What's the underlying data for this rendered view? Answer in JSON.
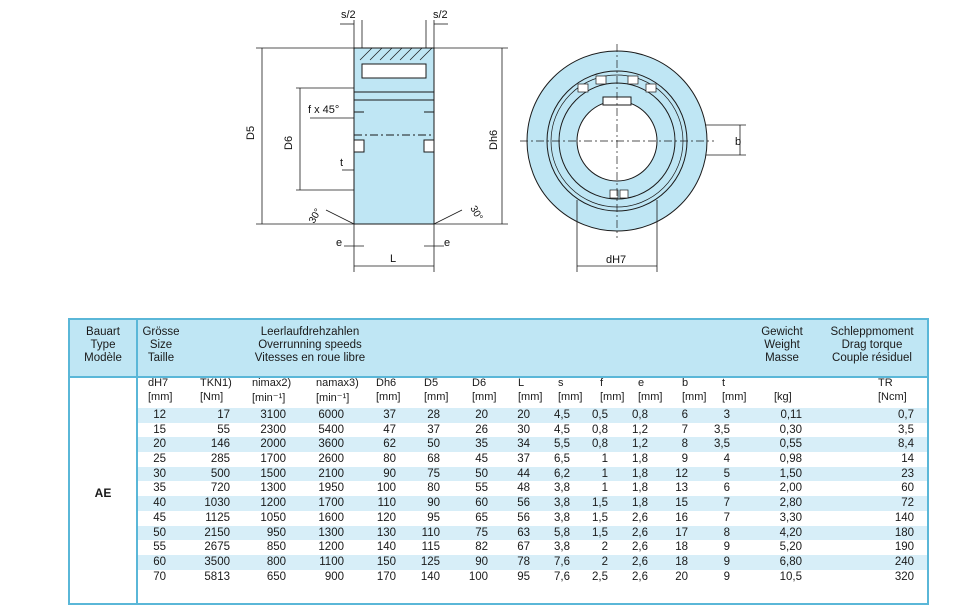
{
  "drawing": {
    "dims": {
      "s_half_left": "s/2",
      "s_half_right": "s/2",
      "D5": "D5",
      "D6": "D6",
      "Dh6": "Dh6",
      "chamfer": "f x 45°",
      "t": "t",
      "e_left": "e",
      "e_right": "e",
      "L": "L",
      "angle_left": "30°",
      "angle_right": "30°",
      "b": "b",
      "dH7": "dH7"
    },
    "colors": {
      "part_fill": "#bfe6f4",
      "outline": "#1a1a1a"
    }
  },
  "table": {
    "colors": {
      "header_bg": "#bfe6f4",
      "border": "#5ab7d8",
      "stripe": "#d7eef8"
    },
    "header": {
      "type": [
        "Bauart",
        "Type",
        "Modèle"
      ],
      "size": [
        "Grösse",
        "Size",
        "Taille"
      ],
      "speeds": [
        "Leerlaufdrehzahlen",
        "Overrunning speeds",
        "Vitesses en roue libre"
      ],
      "weight": [
        "Gewicht",
        "Weight",
        "Masse"
      ],
      "torque": [
        "Schleppmoment",
        "Drag torque",
        "Couple résiduel"
      ]
    },
    "type_label": "AE",
    "columns": [
      "dH7",
      "TKN1)",
      "nimax2)",
      "namax3)",
      "Dh6",
      "D5",
      "D6",
      "L",
      "s",
      "f",
      "e",
      "b",
      "t",
      "",
      "TR"
    ],
    "units": [
      "[mm]",
      "[Nm]",
      "[min⁻¹]",
      "[min⁻¹]",
      "[mm]",
      "[mm]",
      "[mm]",
      "[mm]",
      "[mm]",
      "[mm]",
      "[mm]",
      "[mm]",
      "[mm]",
      "[kg]",
      "[Ncm]"
    ],
    "rows": [
      [
        "12",
        "17",
        "3100",
        "6000",
        "37",
        "28",
        "20",
        "20",
        "4,5",
        "0,5",
        "0,8",
        "6",
        "3",
        "0,11",
        "0,7"
      ],
      [
        "15",
        "55",
        "2300",
        "5400",
        "47",
        "37",
        "26",
        "30",
        "4,5",
        "0,8",
        "1,2",
        "7",
        "3,5",
        "0,30",
        "3,5"
      ],
      [
        "20",
        "146",
        "2000",
        "3600",
        "62",
        "50",
        "35",
        "34",
        "5,5",
        "0,8",
        "1,2",
        "8",
        "3,5",
        "0,55",
        "8,4"
      ],
      [
        "25",
        "285",
        "1700",
        "2600",
        "80",
        "68",
        "45",
        "37",
        "6,5",
        "1",
        "1,8",
        "9",
        "4",
        "0,98",
        "14"
      ],
      [
        "30",
        "500",
        "1500",
        "2100",
        "90",
        "75",
        "50",
        "44",
        "6,2",
        "1",
        "1,8",
        "12",
        "5",
        "1,50",
        "23"
      ],
      [
        "35",
        "720",
        "1300",
        "1950",
        "100",
        "80",
        "55",
        "48",
        "3,8",
        "1",
        "1,8",
        "13",
        "6",
        "2,00",
        "60"
      ],
      [
        "40",
        "1030",
        "1200",
        "1700",
        "110",
        "90",
        "60",
        "56",
        "3,8",
        "1,5",
        "1,8",
        "15",
        "7",
        "2,80",
        "72"
      ],
      [
        "45",
        "1125",
        "1050",
        "1600",
        "120",
        "95",
        "65",
        "56",
        "3,8",
        "1,5",
        "2,6",
        "16",
        "7",
        "3,30",
        "140"
      ],
      [
        "50",
        "2150",
        "950",
        "1300",
        "130",
        "110",
        "75",
        "63",
        "5,8",
        "1,5",
        "2,6",
        "17",
        "8",
        "4,20",
        "180"
      ],
      [
        "55",
        "2675",
        "850",
        "1200",
        "140",
        "115",
        "82",
        "67",
        "3,8",
        "2",
        "2,6",
        "18",
        "9",
        "5,20",
        "190"
      ],
      [
        "60",
        "3500",
        "800",
        "1100",
        "150",
        "125",
        "90",
        "78",
        "7,6",
        "2",
        "2,6",
        "18",
        "9",
        "6,80",
        "240"
      ],
      [
        "70",
        "5813",
        "650",
        "900",
        "170",
        "140",
        "100",
        "95",
        "7,6",
        "2,5",
        "2,6",
        "20",
        "9",
        "10,5",
        "320"
      ]
    ]
  }
}
